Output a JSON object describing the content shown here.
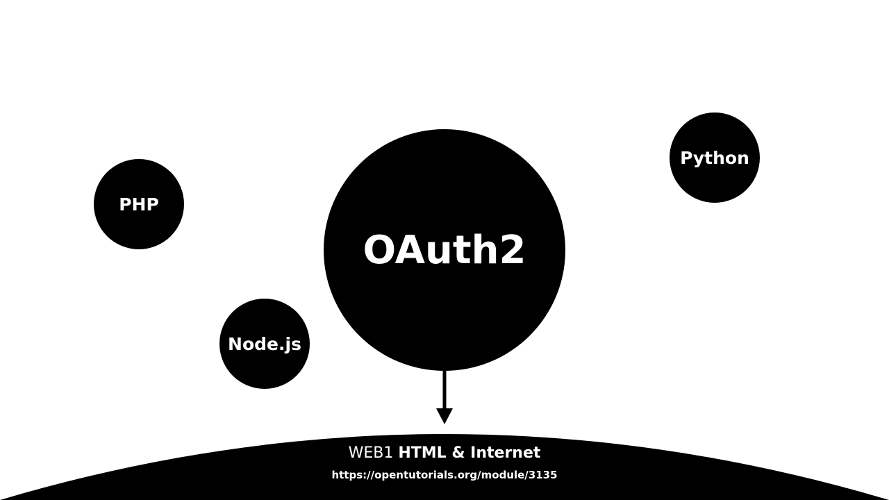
{
  "nodes": {
    "php": "PHP",
    "nodejs": "Node.js",
    "python": "Python",
    "oauth2": "OAuth2"
  },
  "footer": {
    "series": "WEB1",
    "course": "HTML & Internet",
    "url": "https://opentutorials.org/module/3135"
  },
  "colors": {
    "background": "#ffffff",
    "foreground": "#000000",
    "text_on_dark": "#ffffff"
  }
}
